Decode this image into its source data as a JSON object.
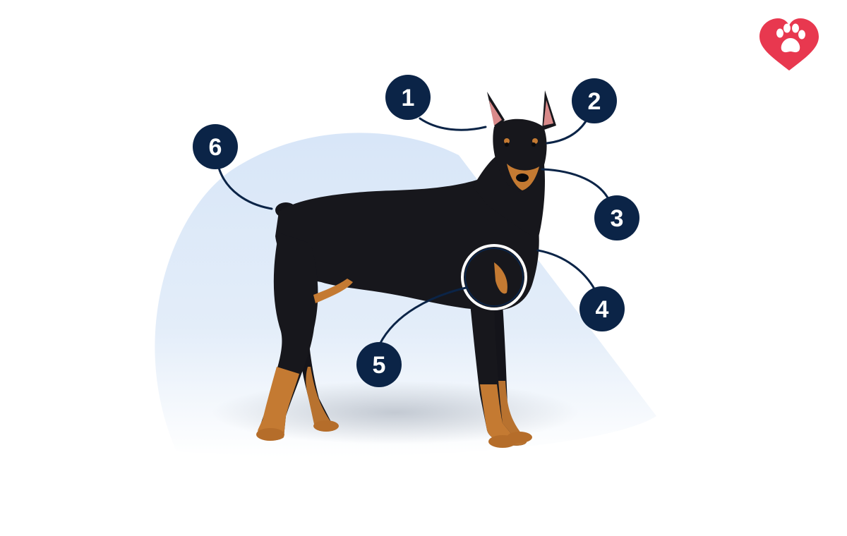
{
  "colors": {
    "marker_fill": "#0b2447",
    "marker_text": "#ffffff",
    "leader_line": "#0b2447",
    "backdrop": "#dbe8f8",
    "logo": "#e8384f",
    "coat_black": "#17171c",
    "coat_tan": "#c47a32"
  },
  "logo": {
    "icon": "paw-heart-icon"
  },
  "subject": {
    "icon": "doberman-dog-illustration"
  },
  "markers": [
    {
      "label": "1"
    },
    {
      "label": "2"
    },
    {
      "label": "3"
    },
    {
      "label": "4"
    },
    {
      "label": "5"
    },
    {
      "label": "6"
    }
  ]
}
